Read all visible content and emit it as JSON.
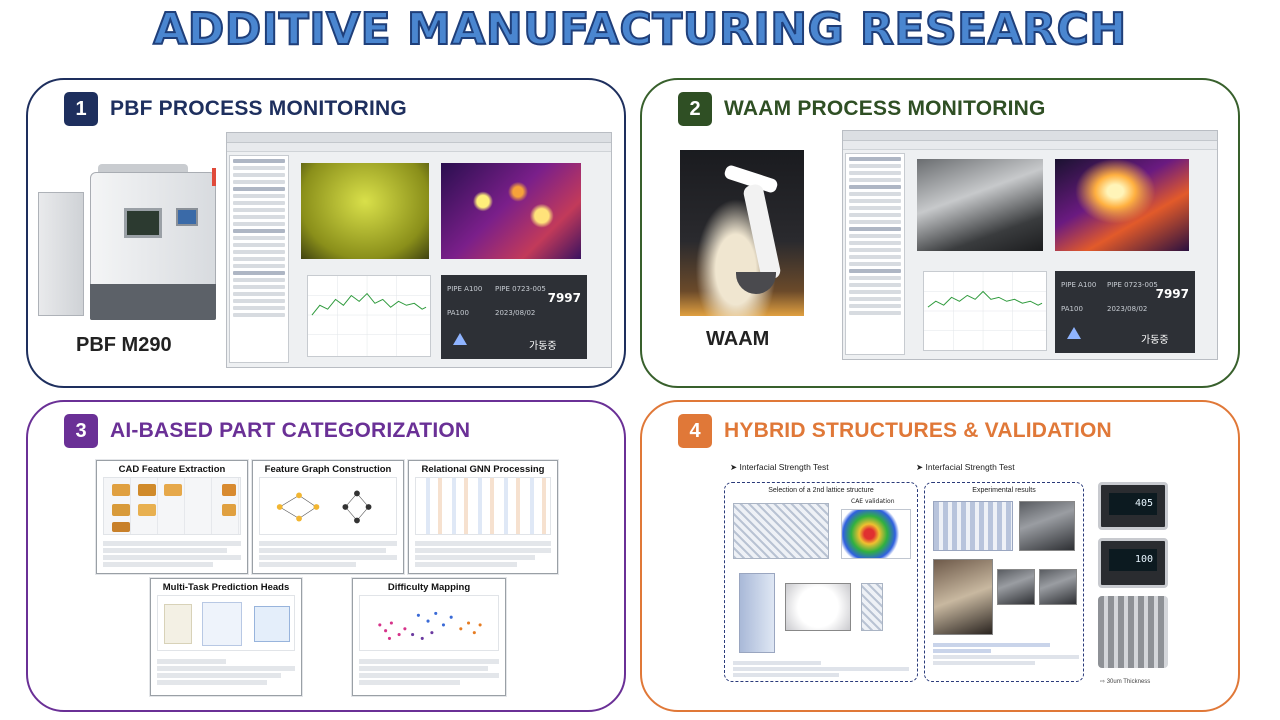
{
  "title": "ADDITIVE MANUFACTURING RESEARCH",
  "panels": {
    "pbf": {
      "number": "1",
      "title": "PBF PROCESS MONITORING",
      "machine_label": "PBF M290",
      "info": {
        "code1": "PIPE A100",
        "code2": "PIPE 0723-005",
        "code3": "PA100",
        "date": "2023/08/02",
        "count": "7997",
        "status": "가동중"
      }
    },
    "waam": {
      "number": "2",
      "title": "WAAM PROCESS MONITORING",
      "machine_label": "WAAM",
      "info": {
        "code1": "PIPE A100",
        "code2": "PIPE 0723-005",
        "code3": "PA100",
        "date": "2023/08/02",
        "count": "7997",
        "status": "가동중"
      }
    },
    "ai": {
      "number": "3",
      "title": "AI-BASED PART CATEGORIZATION",
      "cards": [
        {
          "title": "CAD Feature Extraction"
        },
        {
          "title": "Feature Graph Construction"
        },
        {
          "title": "Relational GNN Processing"
        },
        {
          "title": "Multi-Task Prediction Heads"
        },
        {
          "title": "Difficulty Mapping"
        }
      ]
    },
    "hybrid": {
      "number": "4",
      "title": "HYBRID STRUCTURES & VALIDATION",
      "left_test": "Interfacial Strength Test",
      "right_test": "Interfacial Strength Test",
      "left_box": "Selection of a 2nd lattice structure",
      "cae_label": "CAE validation",
      "right_box": "Experimental results",
      "thickness_note": "30um Thickness",
      "device_readouts": [
        "405",
        "100"
      ]
    }
  }
}
